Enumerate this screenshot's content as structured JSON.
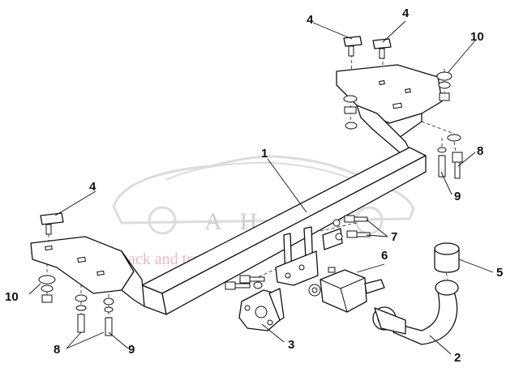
{
  "diagram": {
    "callouts": [
      "1",
      "2",
      "3",
      "4",
      "4",
      "4",
      "5",
      "6",
      "7",
      "8",
      "8",
      "9",
      "9",
      "10",
      "10"
    ]
  },
  "watermark": {
    "letters": "AHEA",
    "subtitle": "pack and travel"
  },
  "colors": {
    "line": "#111111",
    "watermark_grey": "#cfcfcf",
    "watermark_red": "#f2b8b8"
  }
}
